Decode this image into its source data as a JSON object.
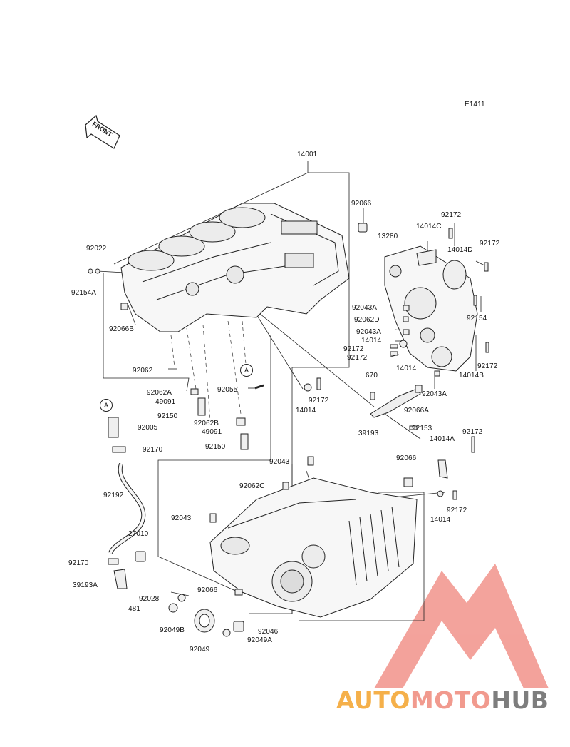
{
  "diagram": {
    "code": "E1411",
    "front_label": "FRONT",
    "ref_mark": "A",
    "brand": {
      "part1": "AUTO",
      "part2": "MOTO",
      "part3": "HUB"
    },
    "parts": {
      "p14001": "14001",
      "p92066_top": "92066",
      "p92022": "92022",
      "p92154A": "92154A",
      "p92066B": "92066B",
      "p92062": "92062",
      "p92062A": "92062A",
      "p49091_a": "49091",
      "p92150_a": "92150",
      "p92055": "92055",
      "p92062B": "92062B",
      "p49091_b": "49091",
      "p92150_b": "92150",
      "p92005": "92005",
      "p92170_a": "92170",
      "p92192": "92192",
      "p27010": "27010",
      "p92170_b": "92170",
      "p39193A": "39193A",
      "p92028": "92028",
      "p481": "481",
      "p92049B": "92049B",
      "p92049": "92049",
      "p92066_mid": "92066",
      "p92046": "92046",
      "p92049A": "92049A",
      "p92043_left": "92043",
      "p92062C": "92062C",
      "p92043_top": "92043",
      "p92066_right": "92066",
      "p14014A": "14014A",
      "p92172_r1": "92172",
      "p92172_r2": "92172",
      "p14014_r": "14014",
      "p13280": "13280",
      "p14014C": "14014C",
      "p92172_t1": "92172",
      "p14014D": "14014D",
      "p92172_t2": "92172",
      "p92043A_1": "92043A",
      "p92062D": "92062D",
      "p92043A_2": "92043A",
      "p14014_c1": "14014",
      "p92172_c1": "92172",
      "p92172_c2": "92172",
      "p14014_c2": "14014",
      "p92154": "92154",
      "p92172_c3": "92172",
      "p14014B": "14014B",
      "p92043A_3": "92043A",
      "p670": "670",
      "p92066A": "92066A",
      "p39193": "39193",
      "p92153": "92153",
      "p92172_m": "92172",
      "p14014_m": "14014"
    }
  },
  "colors": {
    "logo_red": "#e8473a",
    "brand_orange": "#f5b04a",
    "brand_pink": "#f19a8e",
    "brand_gray": "#7d7d7d"
  }
}
